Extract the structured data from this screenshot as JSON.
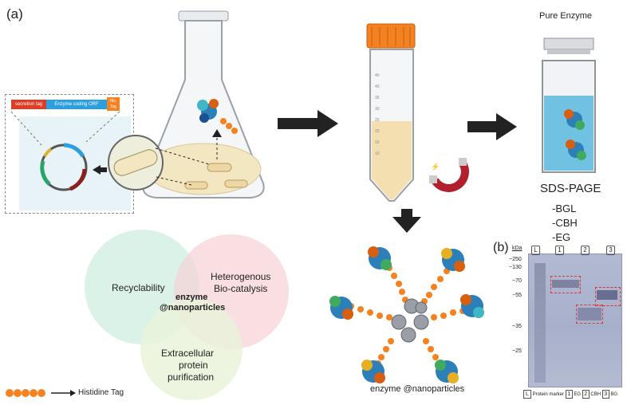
{
  "panel_a_label": "(a)",
  "panel_b_label": "(b)",
  "plasmid": {
    "secretion_tag": "secretion tag",
    "orf": "Enzyme coding ORF",
    "his_tag_line1": "His-",
    "his_tag_line2": "Tag"
  },
  "pure_enzyme": "Pure Enzyme",
  "tube_ticks": [
    "45",
    "40",
    "35",
    "30",
    "25",
    "20",
    "15",
    "10"
  ],
  "venn": {
    "recyclability": "Recyclability",
    "hetero_line1": "Heterogenous",
    "hetero_line2": "Bio-catalysis",
    "center_line1": "enzyme",
    "center_line2": "@nanoparticles",
    "extra_line1": "Extracellular",
    "extra_line2": "protein",
    "extra_line3": "purification"
  },
  "legend": {
    "his_tag": "Histidine Tag"
  },
  "np_caption": "enzyme @nanoparticles",
  "sds": {
    "title": "SDS-PAGE",
    "items": [
      "-BGL",
      "-CBH",
      "-EG"
    ],
    "kda": "kDa",
    "lanes": [
      "L",
      "1",
      "2",
      "3"
    ],
    "markers": [
      "~250",
      "~130",
      "~70",
      "~55",
      "~35",
      "~25"
    ],
    "footer": {
      "ladder": "L",
      "ladder_text": "Protein marker",
      "l1": "1",
      "l1_text": "EG",
      "l2": "2",
      "l2_text": "CBH",
      "l3": "3",
      "l3_text": "BG"
    }
  },
  "colors": {
    "accent": "#ff6a13",
    "cap": "#f58220",
    "tag_red": "#e03b24",
    "tag_blue": "#2b9fe0",
    "gel_bg": "#aeb6cf",
    "box_red": "#d93a2b"
  }
}
